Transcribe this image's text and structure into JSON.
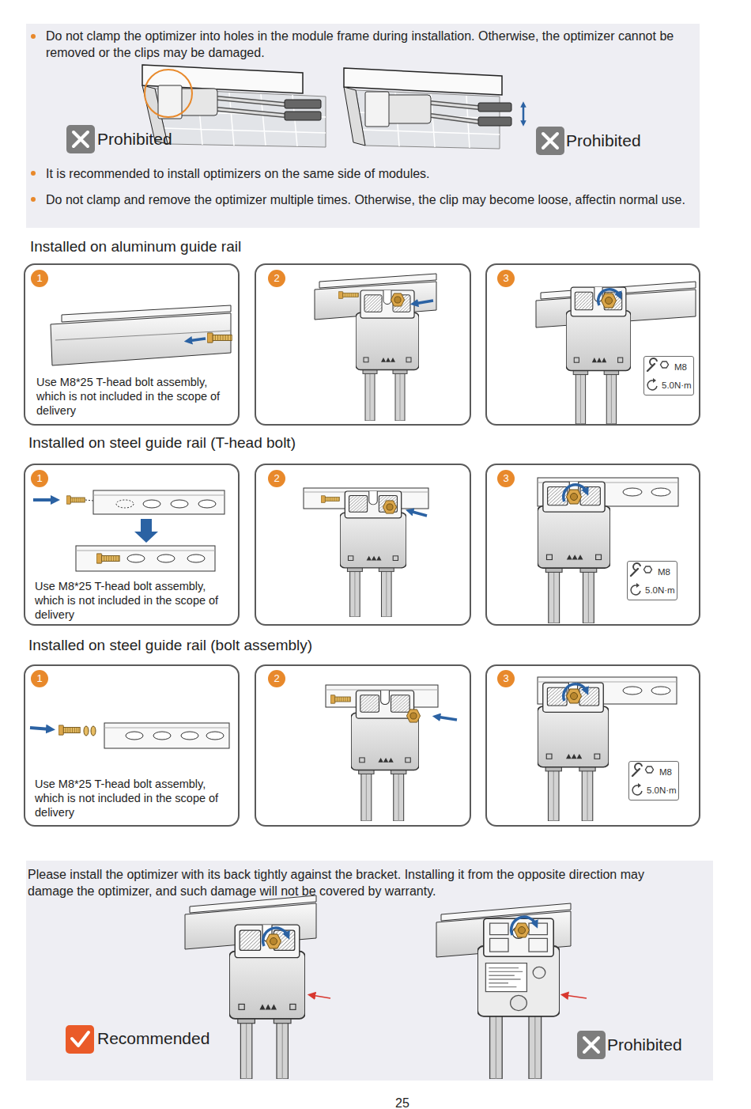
{
  "diagram": {
    "nodes": [
      {
        "text": [
          "Do not clamp the optimizer into holes in the module frame during installation. Otherwise, the optimizer cannot be removed or the clips may be damaged.",
          "It is recommended to install optimizers on the same side of modules.",
          "Do not clamp and remove the optimizer multiple times. Otherwise, the clip may become loose, affectin normal use."
        ]
      },
      {
        "text": [
          "1",
          "Use M8*25 T-head bolt assembly, which is not included in the scope of delivery"
        ]
      },
      {
        "text": [
          "2"
        ]
      },
      {
        "text": [
          "3"
        ]
      },
      {
        "text": [
          "M8",
          "5.0N·m"
        ],
        "in": 3
      },
      {
        "text": [
          "1",
          "Use M8*25 T-head bolt assembly, which is not included in the scope of delivery"
        ]
      },
      {
        "text": [
          "2"
        ]
      },
      {
        "text": [
          "3"
        ]
      },
      {
        "text": [
          "M8",
          "5.0N·m"
        ],
        "in": 7
      },
      {
        "text": [
          "1",
          "Use M8*25 T-head bolt assembly, which is not included in the scope of delivery"
        ]
      },
      {
        "text": [
          "2"
        ]
      },
      {
        "text": [
          "3"
        ]
      },
      {
        "text": [
          "M8",
          "5.0N·m"
        ],
        "in": 11
      },
      {
        "text": [
          "Please install the optimizer with its back tightly against the bracket. Installing it from the opposite direction may damage the optimizer, and such damage will not be covered by warranty."
        ]
      }
    ],
    "labels": [
      "Prohibited",
      "Prohibited",
      "Installed on aluminum guide rail",
      "Installed on steel guide rail (T-head bolt)",
      "Installed on steel guide rail (bolt assembly)",
      "Recommended",
      "Prohibited",
      "25"
    ]
  }
}
